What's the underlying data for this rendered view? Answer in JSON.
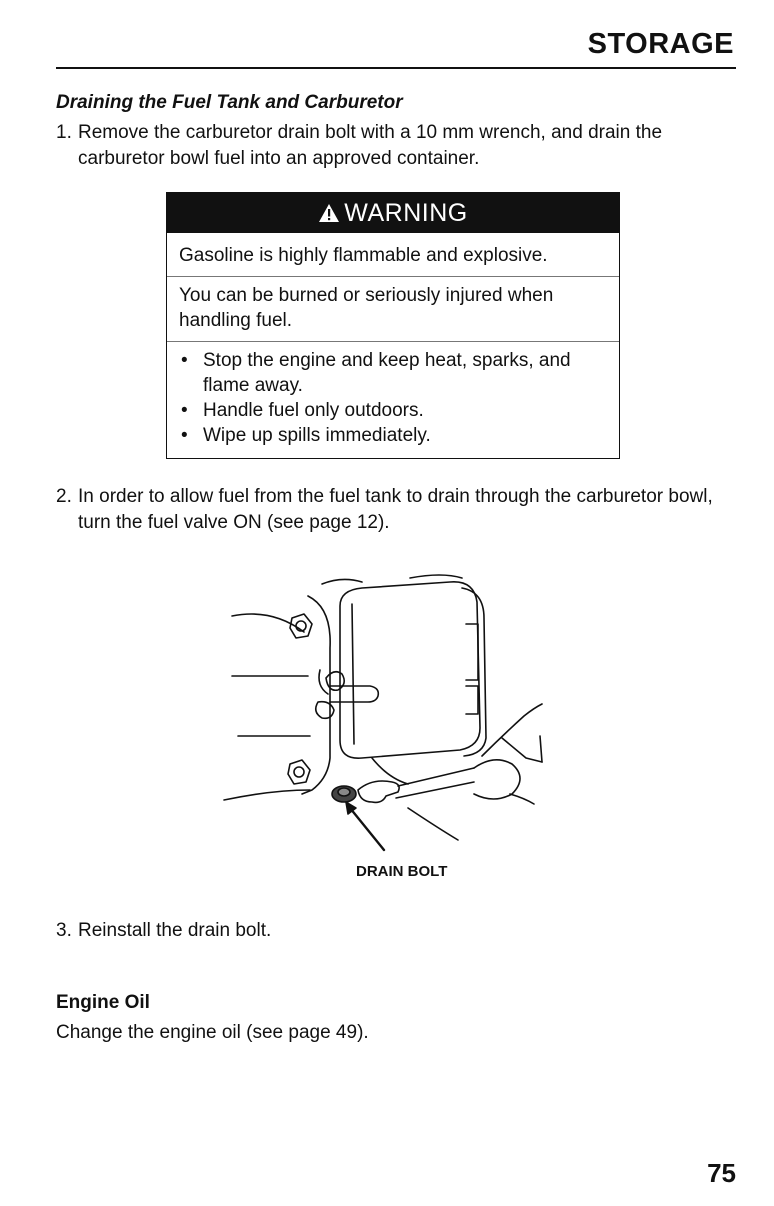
{
  "header": {
    "title": "STORAGE"
  },
  "section": {
    "heading": "Draining the Fuel Tank and Carburetor"
  },
  "steps": [
    {
      "num": "1.",
      "text": "Remove the carburetor drain bolt with a 10 mm wrench, and drain the carburetor bowl fuel into an approved container."
    },
    {
      "num": "2.",
      "text": "In order to allow fuel from the fuel tank to drain through the carburetor bowl, turn the fuel valve ON (see page 12)."
    },
    {
      "num": "3.",
      "text": "Reinstall the drain bolt."
    }
  ],
  "warning": {
    "title": "WARNING",
    "line1": "Gasoline is highly flammable and explosive.",
    "line2": "You can be burned or seriously injured when handling fuel.",
    "bullets": [
      "Stop the engine and keep heat, sparks, and flame away.",
      "Handle fuel only outdoors.",
      "Wipe up spills immediately."
    ],
    "bullet_glyph": "•"
  },
  "figure": {
    "label": "DRAIN BOLT"
  },
  "engine_oil": {
    "heading": "Engine Oil",
    "text": "Change the engine oil (see page 49)."
  },
  "page_number": "75"
}
